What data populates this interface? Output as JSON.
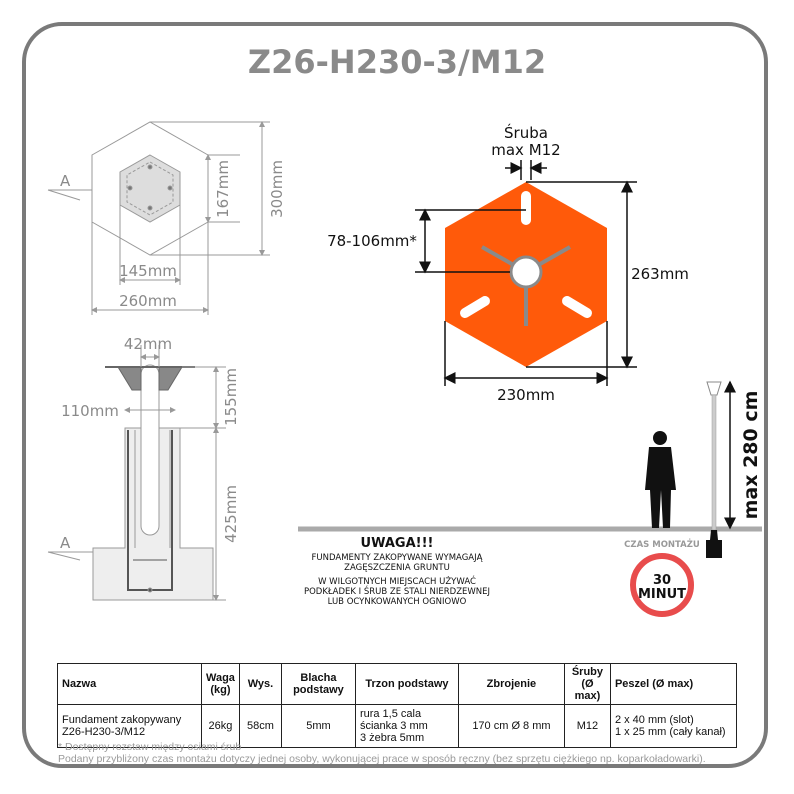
{
  "title": "Z26-H230-3/M12",
  "colors": {
    "plate": "#ff5a0a",
    "frame": "#7a7a7a",
    "dim": "#8a8a8a",
    "badge": "#e84c4c"
  },
  "top_view": {
    "section_label": "A",
    "d1": "167mm",
    "d2": "300mm",
    "d3": "145mm",
    "d4": "260mm"
  },
  "plate_view": {
    "bolt_line1": "Śruba",
    "bolt_line2": "max M12",
    "spacing": "78-106mm*",
    "height": "263mm",
    "width": "230mm"
  },
  "section_view": {
    "pipe": "42mm",
    "rib": "110mm",
    "upper": "155mm",
    "lower": "425mm",
    "section_label": "A"
  },
  "warning": {
    "title": "UWAGA!!!",
    "line1": "FUNDAMENTY ZAKOPYWANE WYMAGAJĄ",
    "line2": "ZAGĘSZCZENIA GRUNTU",
    "line3": "W WILGOTNYCH MIEJSCACH UŻYWAĆ",
    "line4": "PODKŁADEK I ŚRUB ZE STALI NIERDZEWNEJ",
    "line5": "LUB OCYNKOWANYCH OGNIOWO"
  },
  "assembly": {
    "label": "CZAS MONTAŻU",
    "value": "30",
    "unit": "MINUT"
  },
  "max_height": "max 280 cm",
  "table": {
    "headers": [
      "Nazwa",
      "Waga (kg)",
      "Wys.",
      "Blacha podstawy",
      "Trzon podstawy",
      "Zbrojenie",
      "Śruby (Ø max)",
      "Peszel (Ø max)"
    ],
    "row": {
      "name1": "Fundament zakopywany",
      "name2": "Z26-H230-3/M12",
      "weight": "26kg",
      "height": "58cm",
      "plate": "5mm",
      "shaft1": "rura 1,5 cala",
      "shaft2": "ścianka 3 mm",
      "shaft3": "3 żebra 5mm",
      "rebar": "170 cm Ø 8 mm",
      "bolts": "M12",
      "conduit1": "2 x 40 mm (slot)",
      "conduit2": "1 x 25 mm (cały kanał)"
    }
  },
  "footnotes": [
    "* Dostępny rozstaw między osiami śrub",
    "Podany przybliżony czas montażu dotyczy jednej osoby, wykonującej prace w sposób ręczny (bez sprzętu ciężkiego np. koparkoładowarki)."
  ]
}
